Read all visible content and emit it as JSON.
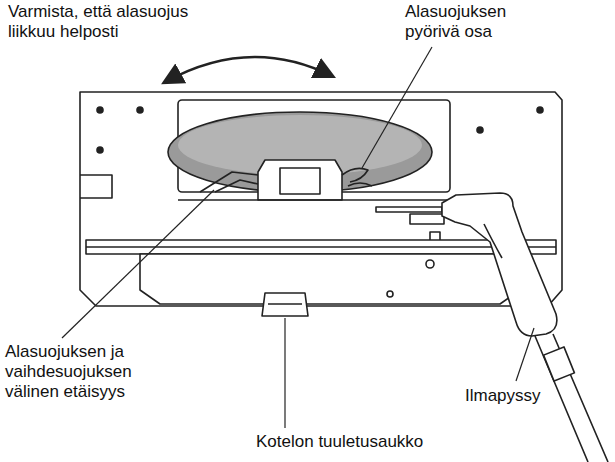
{
  "diagram": {
    "labels": [
      "Varmista, että alasuojus liikkuu helposti",
      "Alasuojuksen pyörivä osa",
      "Alasuojuksen ja vaihdesuojuksen välinen etäisyys",
      "Ilmapyssy",
      "Kotelon tuuletusaukko"
    ]
  }
}
